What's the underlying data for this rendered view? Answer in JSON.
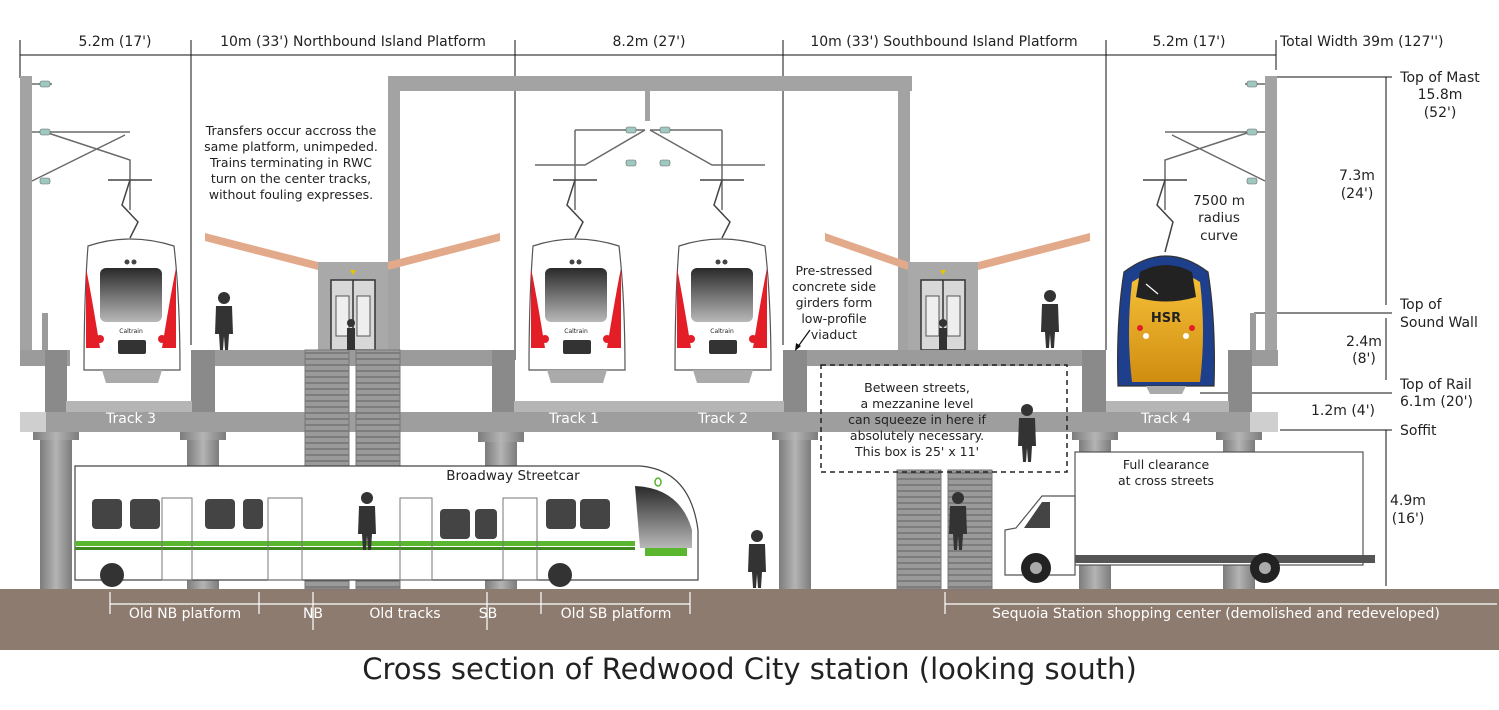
{
  "caption": "Cross section of Redwood City station (looking south)",
  "top_dimensions": {
    "west_side": "5.2m (17')",
    "nb_platform": "10m (33') Northbound Island Platform",
    "center": "8.2m (27')",
    "sb_platform": "10m (33') Southbound Island Platform",
    "east_side": "5.2m (17')",
    "total": "Total Width 39m (127'')"
  },
  "right_dimensions": {
    "top_of_mast": [
      "Top of Mast",
      "15.8m",
      "(52')"
    ],
    "mast_height": [
      "7.3m",
      "(24')"
    ],
    "top_of_sound_wall": [
      "Top of",
      "Sound Wall"
    ],
    "sound_wall_height": [
      "2.4m",
      "(8')"
    ],
    "top_of_rail": [
      "Top of Rail",
      "6.1m (20')"
    ],
    "deck_depth": "1.2m (4')",
    "soffit": "Soffit",
    "clearance": [
      "4.9m",
      "(16')"
    ]
  },
  "notes": {
    "transfers": [
      "Transfers occur accross the",
      "same platform, unimpeded.",
      "Trains terminating in RWC",
      "turn on the center tracks,",
      "without fouling expresses."
    ],
    "girders": [
      "Pre-stressed",
      "concrete side",
      "girders form",
      "low-profile",
      "viaduct"
    ],
    "curve": [
      "7500 m",
      "radius",
      "curve"
    ],
    "mezzanine": [
      "Between streets,",
      "a mezzanine level",
      "can squeeze in here if",
      "absolutely necessary.",
      "This box is 25' x 11'"
    ],
    "clearance": [
      "Full clearance",
      "at cross streets"
    ]
  },
  "tracks": [
    "Track 3",
    "Track 1",
    "Track 2",
    "Track 4"
  ],
  "streetcar_label": "Broadway Streetcar",
  "train_logo": "Caltrain",
  "hsr_logo": "HSR",
  "ground_labels": {
    "old_nb_platform": "Old NB platform",
    "nb": "NB",
    "old_tracks": "Old tracks",
    "sb": "SB",
    "old_sb_platform": "Old SB platform",
    "sequoia": "Sequoia Station shopping center (demolished and redeveloped)"
  },
  "colors": {
    "concrete": "#a0a0a0",
    "concrete_dark": "#8a8a8a",
    "ground": "#8e7b6f",
    "canopy": "#e2aa8a",
    "caltrain_red": "#e41e26",
    "hsr_yellow": "#f2b31a",
    "hsr_blue": "#1d3f8c",
    "streetcar_green": "#5ab52f"
  }
}
